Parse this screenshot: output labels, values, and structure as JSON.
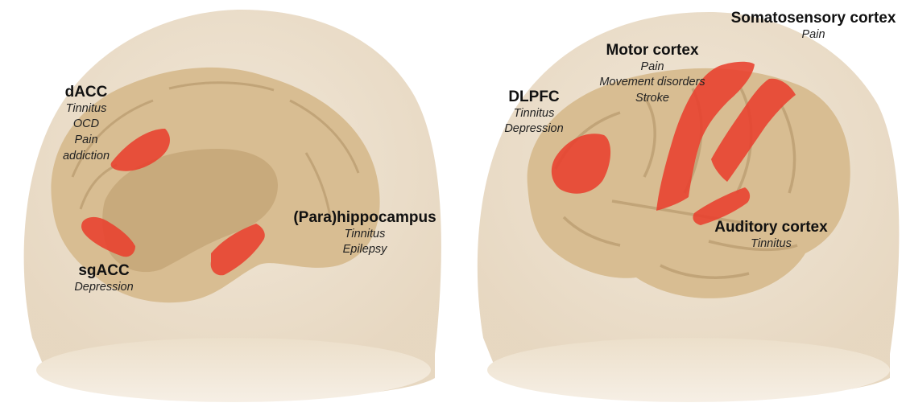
{
  "colors": {
    "head": "#ede0cc",
    "brain": "#d8bd92",
    "brain_shadow": "#b89a6e",
    "region": "#e8402e"
  },
  "panels": {
    "medial": {
      "regions": [
        {
          "title": "dACC",
          "details": [
            "Tinnitus",
            "OCD",
            "Pain",
            "addiction"
          ]
        },
        {
          "title": "sgACC",
          "details": [
            "Depression"
          ]
        },
        {
          "title": "(Para)hippocampus",
          "details": [
            "Tinnitus",
            "Epilepsy"
          ]
        }
      ]
    },
    "lateral": {
      "regions": [
        {
          "title": "Somatosensory cortex",
          "details": [
            "Pain"
          ]
        },
        {
          "title": "Motor cortex",
          "details": [
            "Pain",
            "Movement disorders",
            "Stroke"
          ]
        },
        {
          "title": "DLPFC",
          "details": [
            "Tinnitus",
            "Depression"
          ]
        },
        {
          "title": "Auditory cortex",
          "details": [
            "Tinnitus"
          ]
        }
      ]
    }
  }
}
